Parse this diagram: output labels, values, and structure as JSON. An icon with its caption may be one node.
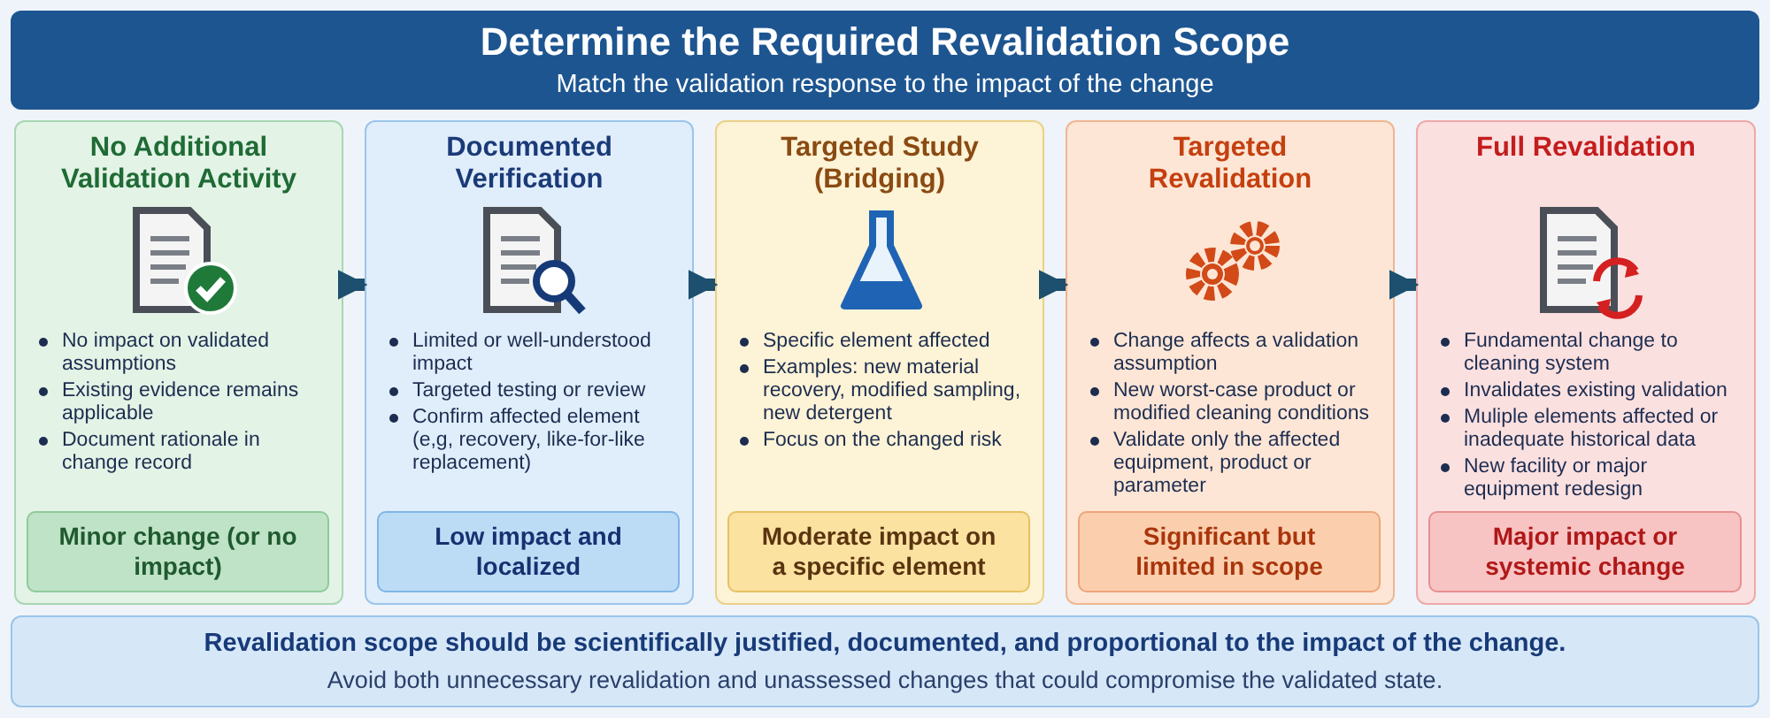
{
  "diagram": {
    "nodes": [
      {
        "text": [
          "Determine the Required Revalidation Scope",
          "Match the validation response to the impact of the change"
        ]
      },
      {
        "text": [
          "No Additional Validation Activity",
          "No impact on validated assumptions",
          "Existing evidence remains applicable",
          "Document rationale in change record"
        ]
      },
      {
        "text": [
          "Minor change (or no impact)"
        ],
        "in": 1
      },
      {
        "text": [
          "Documented Verification",
          "Limited or well-understood impact",
          "Targeted testing or review",
          "Confirm affected element (e,g, recovery, like-for-like replacement)"
        ]
      },
      {
        "text": [
          "Low impact and localized"
        ],
        "in": 3
      },
      {
        "text": [
          "Targeted Study (Bridging)",
          "Specific element affected",
          "Examples: new material recovery, modified sampling, new detergent",
          "Focus on the changed risk"
        ]
      },
      {
        "text": [
          "Moderate impact on a specific element"
        ],
        "in": 5
      },
      {
        "text": [
          "Targeted Revalidation",
          "Change affects a validation assumption",
          "New worst-case product or modified cleaning conditions",
          "Validate only the affected equipment, product or parameter"
        ]
      },
      {
        "text": [
          "Significant but limited in scope"
        ],
        "in": 7
      },
      {
        "text": [
          "Full Revalidation",
          "Fundamental change to cleaning system",
          "Invalidates existing validation",
          "Muliple elements affected or inadequate historical data",
          "New facility or major equipment redesign"
        ]
      },
      {
        "text": [
          "Major impact or systemic change"
        ],
        "in": 9
      },
      {
        "text": [
          "Revalidation scope should be scientifically justified, documented, and proportional to the impact of the change.",
          "Avoid both unnecessary revalidation and unassessed changes that could compromise the validated state."
        ]
      }
    ],
    "edges": [
      {
        "from": 1,
        "to": 3,
        "arrow": "to"
      },
      {
        "from": 3,
        "to": 5,
        "arrow": "to"
      },
      {
        "from": 5,
        "to": 7,
        "arrow": "to"
      },
      {
        "from": 7,
        "to": 9,
        "arrow": "to"
      }
    ]
  }
}
